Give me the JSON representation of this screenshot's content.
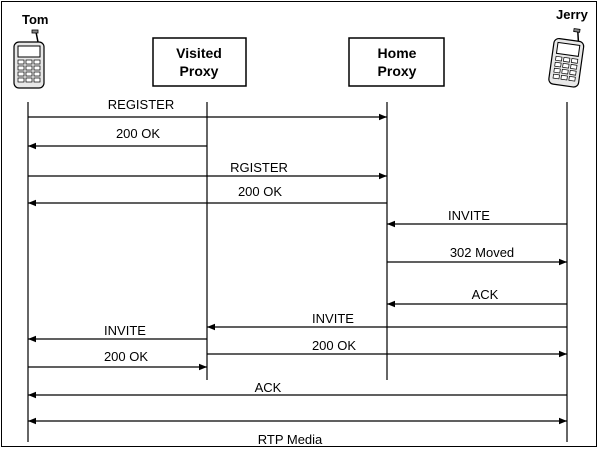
{
  "actors": {
    "tom": "Tom",
    "jerry": "Jerry",
    "visited_proxy": [
      "Visited",
      "Proxy"
    ],
    "home_proxy": [
      "Home",
      "Proxy"
    ]
  },
  "messages": [
    {
      "label": "REGISTER",
      "from": "tom",
      "to": "home"
    },
    {
      "label": "200 OK",
      "from": "visited",
      "to": "tom"
    },
    {
      "label": "RGISTER",
      "from": "tom",
      "to": "home"
    },
    {
      "label": "200 OK",
      "from": "home",
      "to": "tom"
    },
    {
      "label": "INVITE",
      "from": "jerry",
      "to": "home"
    },
    {
      "label": "302 Moved",
      "from": "home",
      "to": "jerry"
    },
    {
      "label": "ACK",
      "from": "jerry",
      "to": "home"
    },
    {
      "label": "INVITE",
      "from": "jerry",
      "to": "visited"
    },
    {
      "label": "INVITE",
      "from": "visited",
      "to": "tom"
    },
    {
      "label": "200 OK",
      "from": "tom",
      "to": "visited"
    },
    {
      "label": "200 OK",
      "from": "visited",
      "to": "jerry"
    },
    {
      "label": "ACK",
      "from": "jerry",
      "to": "tom"
    },
    {
      "label": "RTP Media",
      "from": "tom",
      "to": "jerry",
      "bidirectional": true
    }
  ],
  "icons": [
    "phone-icon-tom",
    "phone-icon-jerry"
  ]
}
